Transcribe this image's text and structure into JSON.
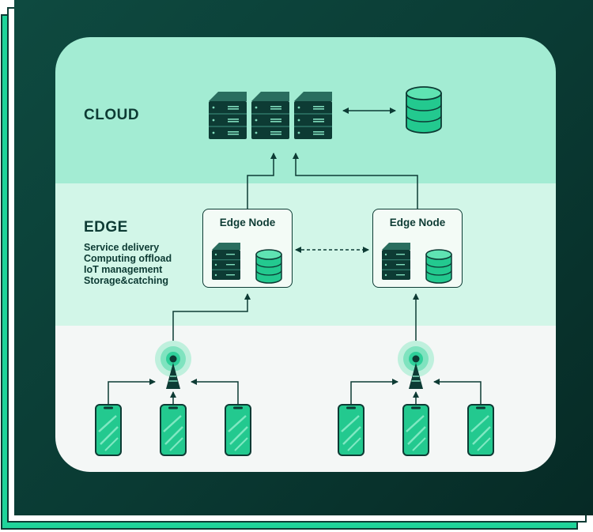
{
  "layers": {
    "cloud": {
      "title": "CLOUD"
    },
    "edge": {
      "title": "EDGE",
      "capabilities": [
        "Service delivery",
        "Computing offload",
        "IoT management",
        "Storage&catching"
      ]
    }
  },
  "edge_nodes": [
    {
      "label": "Edge Node"
    },
    {
      "label": "Edge Node"
    }
  ],
  "colors": {
    "dark": "#0d3b34",
    "accent": "#1fd49a",
    "cloud_band": "#a3ecd3",
    "edge_band": "#d2f6e8",
    "device_band": "#f4f7f6"
  }
}
